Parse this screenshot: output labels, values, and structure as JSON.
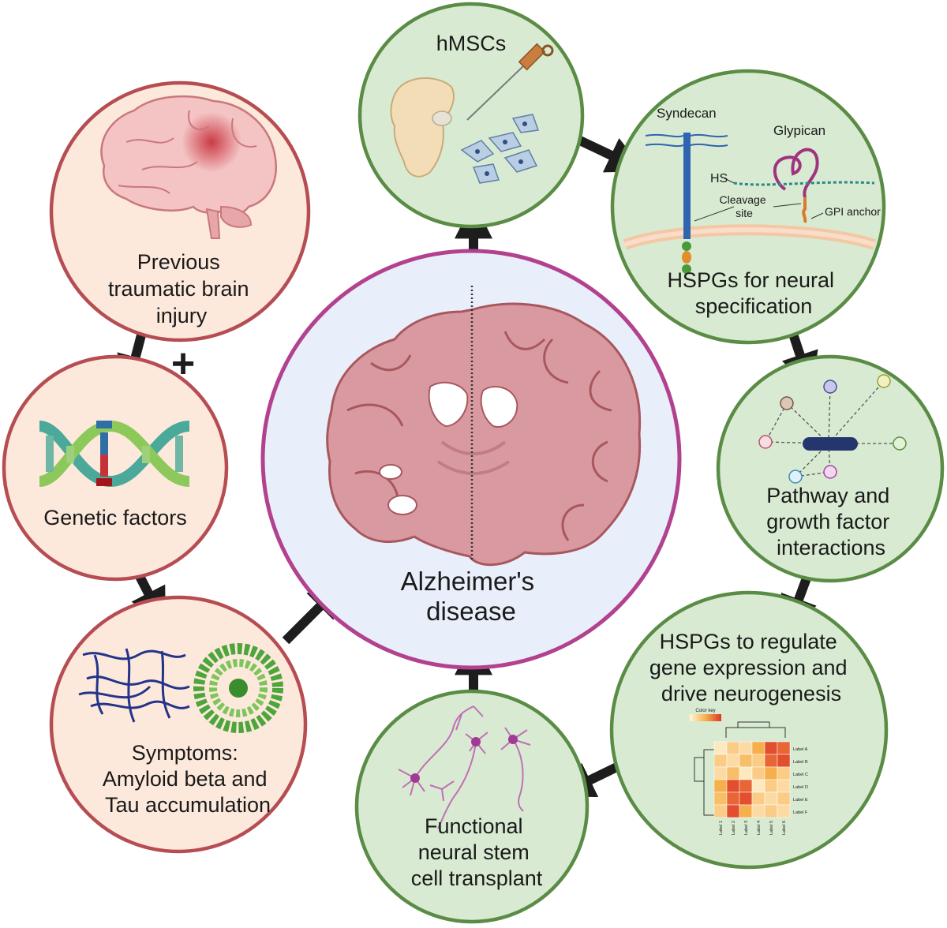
{
  "center": {
    "title_lines": [
      "Alzheimer's",
      "disease"
    ],
    "colors": {
      "fill": "#e9effa",
      "stroke": "#b2418f",
      "brain": "#d89aa0",
      "brain_dark": "#a9575f",
      "hole": "#ffffff"
    }
  },
  "risk_nodes": [
    {
      "id": "tbi",
      "label_lines": [
        "Previous",
        "traumatic brain",
        "injury"
      ],
      "icon": "brain-lateral-icon"
    },
    {
      "id": "genetic",
      "label_lines": [
        "Genetic factors"
      ],
      "icon": "dna-helix-icon"
    },
    {
      "id": "symptoms",
      "label_lines": [
        "Symptoms:",
        "Amyloid beta and",
        "Tau accumulation"
      ],
      "icon": "amyloid-tau-icon"
    }
  ],
  "therapy_nodes": [
    {
      "id": "hmscs",
      "label_lines": [
        "hMSCs"
      ],
      "icon": "bone-marrow-syringe-icon"
    },
    {
      "id": "hspg-spec",
      "label_lines": [
        "HSPGs for neural",
        "specification"
      ],
      "icon": "syndecan-glypican-icon",
      "diagram_labels": {
        "syndecan": "Syndecan",
        "glypican": "Glypican",
        "hs": "HS",
        "cleavage_1": "Cleavage",
        "cleavage_2": "site",
        "gpi": "GPI anchor"
      }
    },
    {
      "id": "pathway",
      "label_lines": [
        "Pathway and",
        "growth factor",
        "interactions"
      ],
      "icon": "network-icon"
    },
    {
      "id": "regulate",
      "label_lines": [
        "HSPGs to regulate",
        "gene expression and",
        "drive neurogenesis"
      ],
      "icon": "heatmap-icon",
      "heatmap": {
        "color_key": "Color key",
        "row_labels": [
          "Label A",
          "Label B",
          "Label C",
          "Label D",
          "Label E",
          "Label F"
        ],
        "col_labels": [
          "Label 1",
          "Label 2",
          "Label 3",
          "Label 4",
          "Label 5",
          "Label 6"
        ],
        "values": [
          [
            0.1,
            0.3,
            0.2,
            0.5,
            0.9,
            0.8
          ],
          [
            0.3,
            0.2,
            0.4,
            0.3,
            0.8,
            0.9
          ],
          [
            0.2,
            0.4,
            0.1,
            0.3,
            0.5,
            0.3
          ],
          [
            0.5,
            0.9,
            0.8,
            0.1,
            0.3,
            0.2
          ],
          [
            0.4,
            0.8,
            0.9,
            0.3,
            0.2,
            0.3
          ],
          [
            0.3,
            0.9,
            0.5,
            0.2,
            0.3,
            0.2
          ]
        ]
      }
    },
    {
      "id": "transplant",
      "label_lines": [
        "Functional",
        "neural stem",
        "cell transplant"
      ],
      "icon": "neurons-icon"
    }
  ],
  "plus_sign": "+",
  "colors": {
    "risk_fill": "#fde9dc",
    "risk_stroke": "#b64d52",
    "therapy_fill": "#d8ebd2",
    "therapy_stroke": "#5b8c46",
    "arrow": "#1d1d1d",
    "label": "#1a1a1a"
  }
}
